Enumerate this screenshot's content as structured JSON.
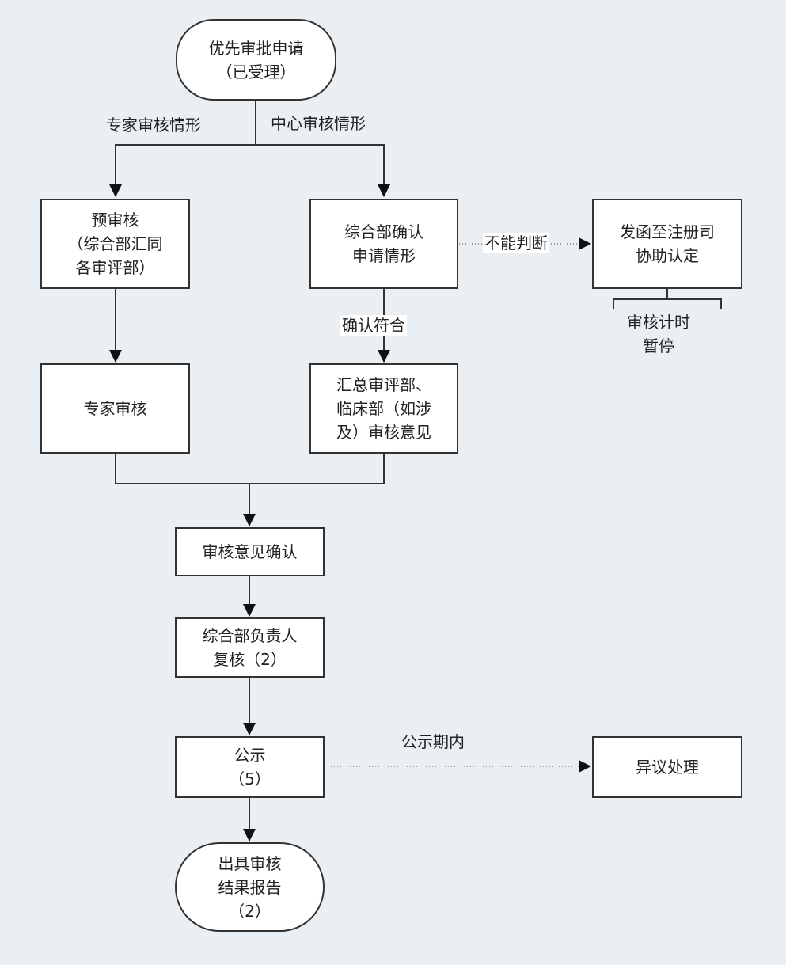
{
  "nodes": {
    "start": "优先审批申请\n（已受理）",
    "pre_review": "预审核\n（综合部汇同\n各审评部）",
    "expert_review": "专家审核",
    "confirm_apply": "综合部确认\n申请情形",
    "send_letter": "发函至注册司\n协助认定",
    "summary": "汇总审评部、\n临床部（如涉\n及）审核意见",
    "opinion_confirm": "审核意见确认",
    "head_recheck": "综合部负责人\n复核（2）",
    "publicity": "公示\n（5）",
    "objection": "异议处理",
    "end": "出具审核\n结果报告\n（2）"
  },
  "labels": {
    "expert_case": "专家审核情形",
    "center_case": "中心审核情形",
    "cannot_judge": "不能判断",
    "confirm_match": "确认符合",
    "timer_pause": "审核计时\n暂停",
    "during_publicity": "公示期内"
  }
}
